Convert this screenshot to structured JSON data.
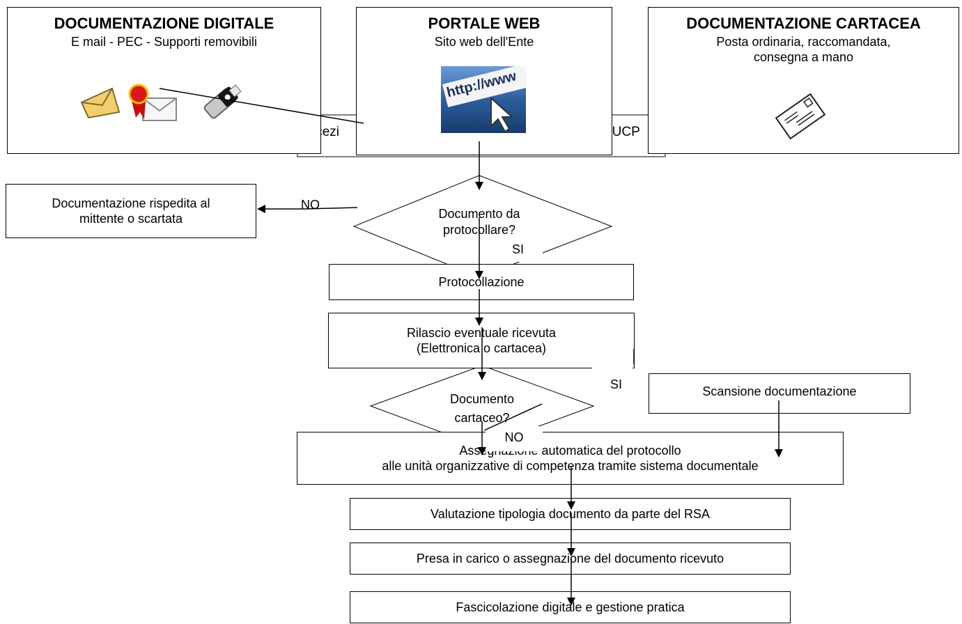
{
  "sources": {
    "digital": {
      "title": "DOCUMENTAZIONE DIGITALE",
      "subtitle": "E mail - PEC - Supporti removibili",
      "icons": [
        "envelope-icon",
        "pec-seal-envelope-icon",
        "usb-drive-icon"
      ]
    },
    "web": {
      "title": "PORTALE WEB",
      "subtitle": "Sito web dell'Ente",
      "image_text": "http://www"
    },
    "paper": {
      "title": "DOCUMENTAZIONE CARTACEA",
      "subtitle_line1": "Posta ordinaria, raccomandata,",
      "subtitle_line2": "consegna a mano",
      "icons": [
        "letter-envelope-icon"
      ]
    }
  },
  "hidden_box": {
    "left_fragment": "icezi",
    "right_fragment": "'UCP"
  },
  "nodes": {
    "reject": {
      "line1": "Documentazione rispedita al",
      "line2": "mittente o scartata"
    },
    "decision_protocol": {
      "line1": "Documento da",
      "line2": "protocollare?"
    },
    "protocollazione": "Protocollazione",
    "receipt": {
      "line1": "Rilascio eventuale ricevuta",
      "line2": "(Elettronica o cartacea)"
    },
    "decision_paper": {
      "line1": "Documento",
      "line2": "cartaceo?"
    },
    "scan": "Scansione documentazione",
    "assign": {
      "line1": "Assegnazione automatica del protocollo",
      "line2": "alle unità organizzative  di competenza tramite sistema documentale"
    },
    "evaluate": "Valutazione tipologia documento da parte del RSA",
    "takeover": "Presa in carico o assegnazione del documento ricevuto",
    "file": "Fascicolazione digitale e gestione pratica"
  },
  "labels": {
    "no_1": "NO",
    "si_1": "SI",
    "si_2": "SI",
    "no_2": "NO"
  },
  "colors": {
    "line": "#000000",
    "background": "#ffffff",
    "web_image": "#2c5e9e"
  }
}
